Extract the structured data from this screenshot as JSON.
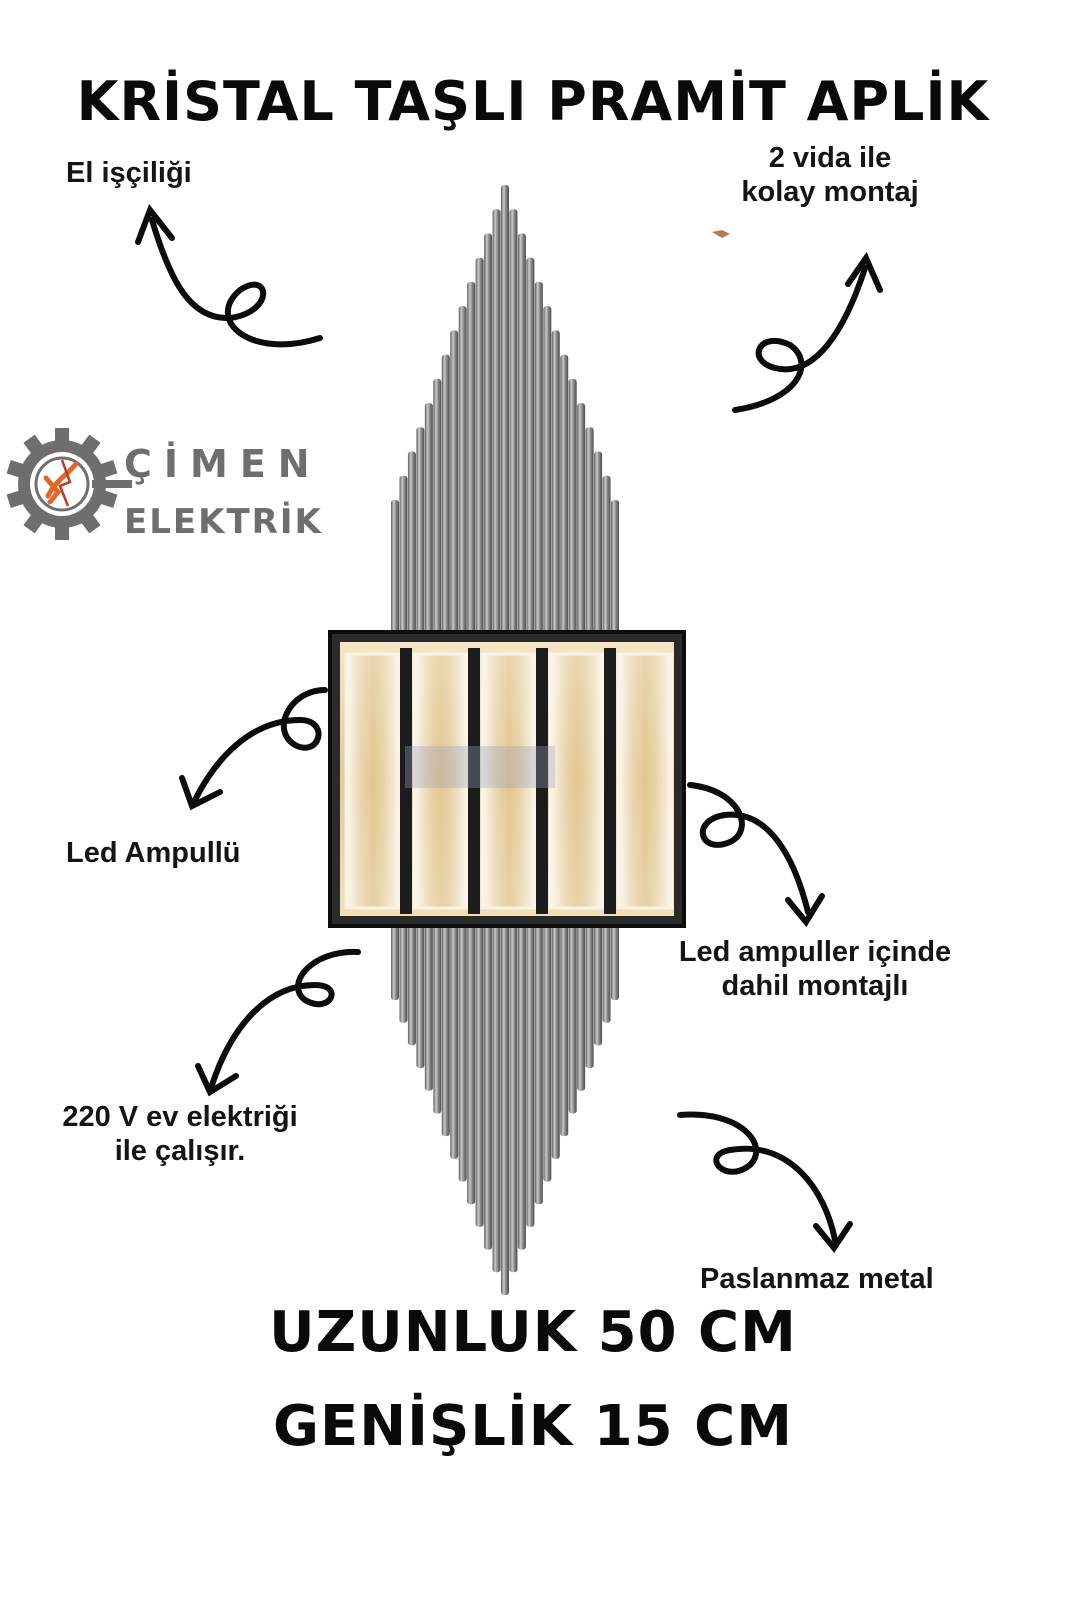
{
  "title": "KRİSTAL TAŞLI PRAMİT APLİK",
  "brand": {
    "line1": "ÇİMEN",
    "line2": "ELEKTRİK"
  },
  "features": {
    "handmade": "El işçiliği",
    "mount_line1": "2 vida ile",
    "mount_line2": "kolay montaj",
    "led": "Led Ampullü",
    "included_line1": "Led ampuller içinde",
    "included_line2": "dahil montajlı",
    "voltage_line1": "220 V ev elektriği",
    "voltage_line2": "ile çalışır.",
    "material": "Paslanmaz metal"
  },
  "dimensions": {
    "length": "UZUNLUK 50 CM",
    "width": "GENİŞLİK 15 CM"
  },
  "colors": {
    "metal": "#8a8d8c",
    "frame": "#1a1a1a",
    "crystal_glow": "#f3d9a6",
    "logo_orange": "#e0692a",
    "logo_gray": "#6e6e6e"
  }
}
